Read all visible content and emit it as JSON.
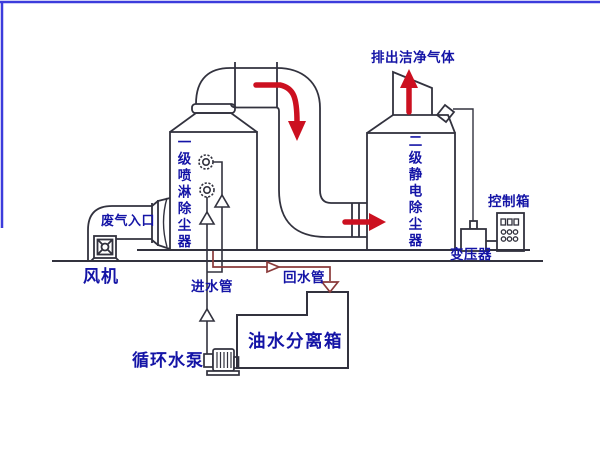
{
  "colors": {
    "background": "#ffffff",
    "diagram_line": "#32323e",
    "label_text_blue": "#1414a6",
    "gas_flow_arrow_red": "#cc1020",
    "return_pipe_dark_red": "#8a3a3a",
    "top_border_blue": "#3c3cdc"
  },
  "diagram": {
    "labels": {
      "clean_gas_outlet": "排出洁净气体",
      "control_box": "控制箱",
      "transformer": "变压器",
      "fan": "风机",
      "waste_gas_inlet": "废气入口",
      "water_inlet_pipe": "进水管",
      "water_return_pipe": "回水管",
      "circulating_pump": "循环水泵",
      "oil_water_separator": "油水分离箱",
      "tower1_spray_duster": "一级喷淋除尘器",
      "tower2_electrostatic_duster": "二级静电除尘器"
    },
    "icons": {
      "fan": "crossed-blade-fan-icon",
      "spray_nozzle": "concentric-circle-nozzle-icon",
      "pump": "striped-pump-icon",
      "gas_flow": "red-flow-arrow",
      "water_flow_marker": "open-triangle-flow-marker",
      "control_panel": "buttons-and-dials-box-icon"
    }
  }
}
